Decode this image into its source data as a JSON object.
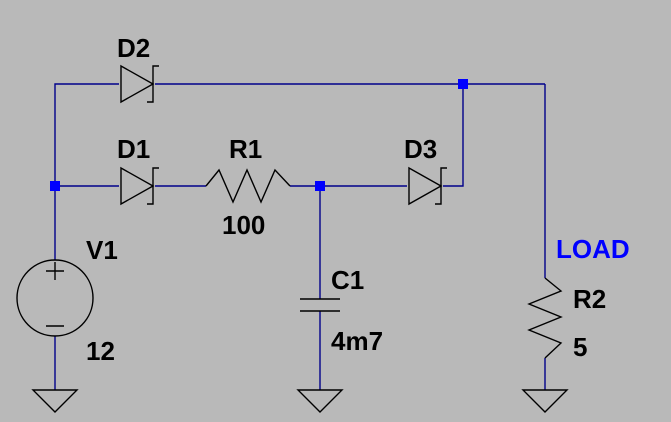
{
  "components": {
    "d2": {
      "name": "D2"
    },
    "d1": {
      "name": "D1"
    },
    "d3": {
      "name": "D3"
    },
    "r1": {
      "name": "R1",
      "value": "100"
    },
    "v1": {
      "name": "V1",
      "value": "12"
    },
    "c1": {
      "name": "C1",
      "value": "4m7"
    },
    "r2": {
      "name": "R2",
      "value": "5"
    }
  },
  "nets": {
    "load": "LOAD"
  },
  "colors": {
    "background": "#b9b9b9",
    "wire": "#00008b",
    "junction": "#0000ff",
    "symbol": "#000000",
    "net_label": "#0000ff"
  }
}
